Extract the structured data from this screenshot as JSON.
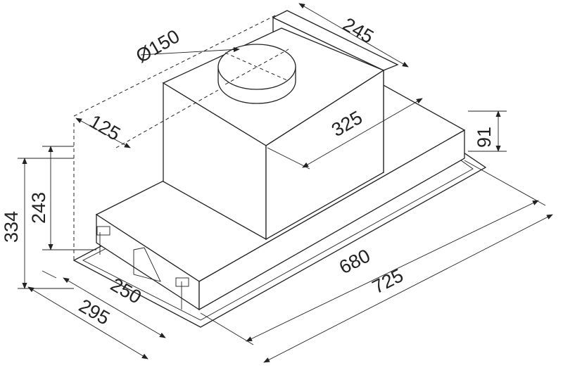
{
  "drawing": {
    "duct_diameter": "Ø150",
    "back_plate_depth": "245",
    "duct_offset": "125",
    "motor_width": "325",
    "flange_height": "91",
    "total_height": "334",
    "body_height": "243",
    "inner_width": "680",
    "outer_width": "725",
    "inner_depth": "250",
    "outer_depth": "295"
  },
  "colors": {
    "line": "#222222",
    "background": "#ffffff"
  }
}
